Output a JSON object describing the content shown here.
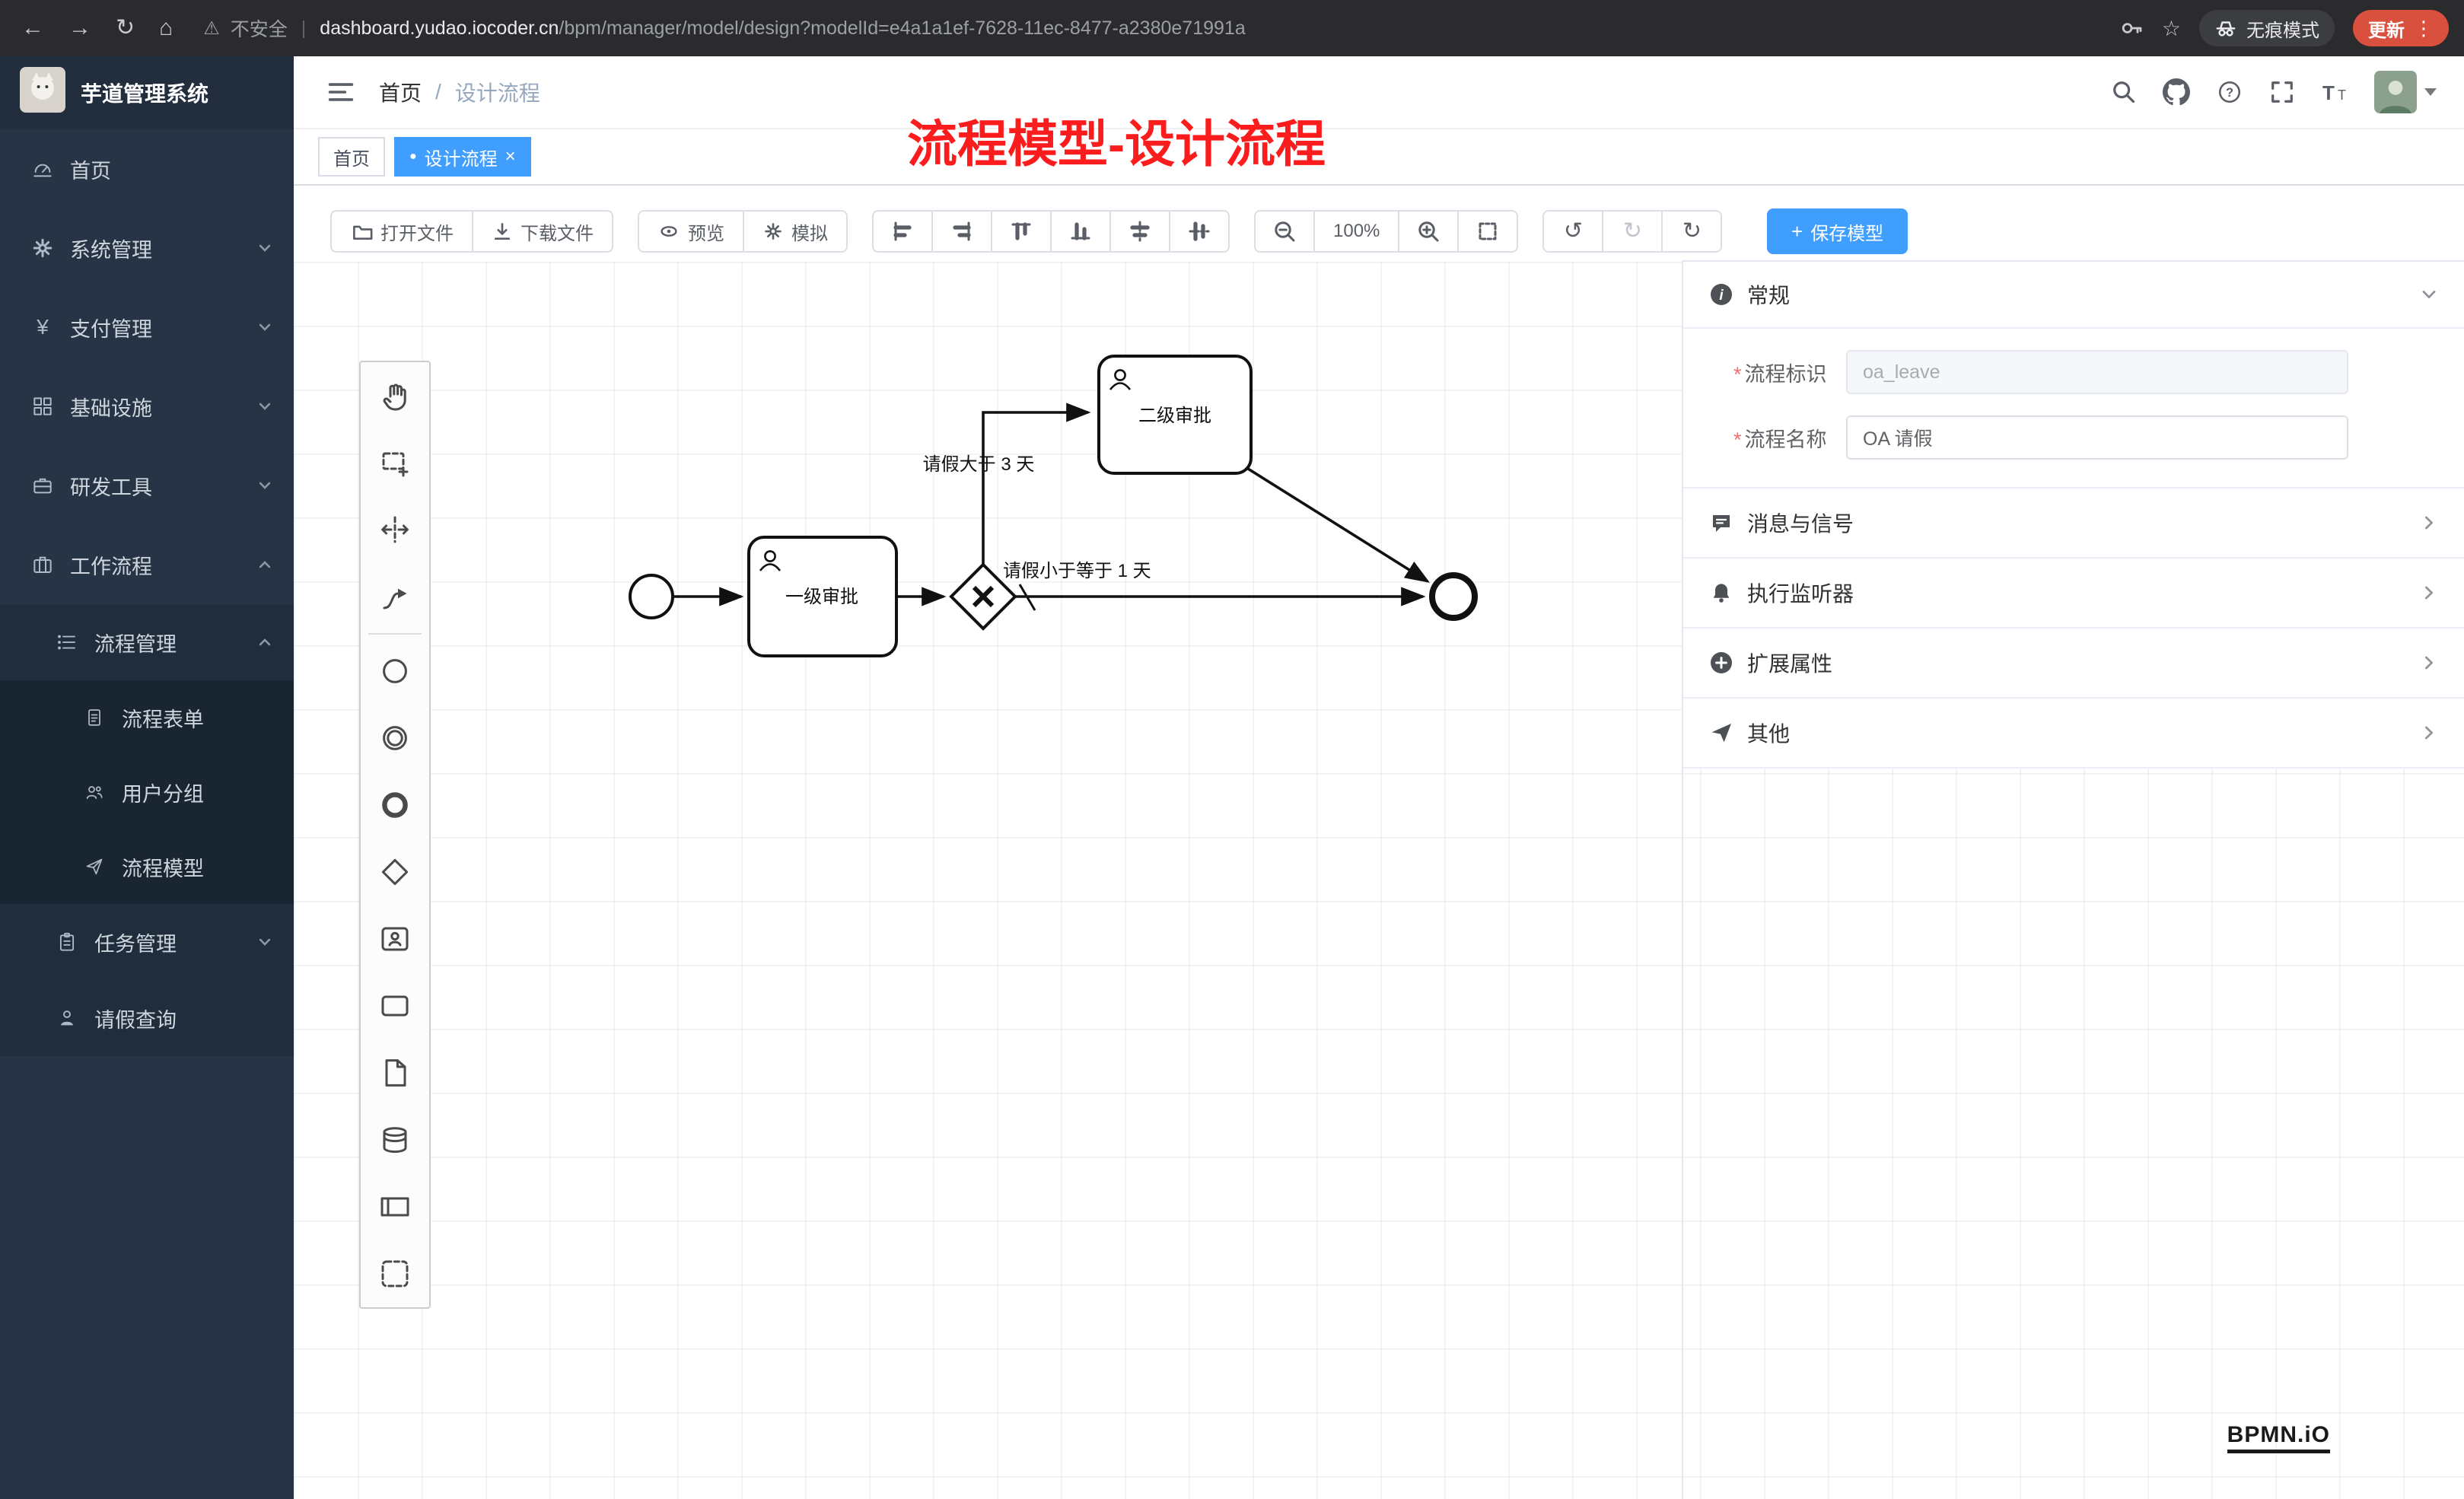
{
  "browser": {
    "security_label": "不安全",
    "separator": "|",
    "url_domain": "dashboard.yudao.iocoder.cn",
    "url_path": "/bpm/manager/model/design?modelId=e4a1a1ef-7628-11ec-8477-a2380e71991a",
    "incognito_label": "无痕模式",
    "update_label": "更新"
  },
  "sidebar": {
    "title": "芋道管理系统",
    "items": [
      {
        "label": "首页"
      },
      {
        "label": "系统管理"
      },
      {
        "label": "支付管理"
      },
      {
        "label": "基础设施"
      },
      {
        "label": "研发工具"
      },
      {
        "label": "工作流程"
      },
      {
        "label": "流程管理"
      },
      {
        "label": "流程表单"
      },
      {
        "label": "用户分组"
      },
      {
        "label": "流程模型"
      },
      {
        "label": "任务管理"
      },
      {
        "label": "请假查询"
      }
    ]
  },
  "header": {
    "breadcrumb_home": "首页",
    "breadcrumb_current": "设计流程"
  },
  "tabs": {
    "home": "首页",
    "current": "设计流程"
  },
  "annotation": "流程模型-设计流程",
  "toolbar": {
    "open_file": "打开文件",
    "download_file": "下载文件",
    "preview": "预览",
    "simulate": "模拟",
    "zoom_level": "100%",
    "save_model": "保存模型"
  },
  "diagram": {
    "task_level1": "一级审批",
    "task_level2": "二级审批",
    "flow_over_3_days": "请假大于 3 天",
    "flow_under_1_day": "请假小于等于 1 天"
  },
  "properties": {
    "general_title": "常规",
    "process_key_label": "流程标识",
    "process_key_value": "oa_leave",
    "process_name_label": "流程名称",
    "process_name_value": "OA 请假",
    "section_message": "消息与信号",
    "section_listener": "执行监听器",
    "section_ext": "扩展属性",
    "section_other": "其他"
  },
  "icons": {
    "close": "×",
    "plus": "+",
    "dot": "●",
    "required": "*",
    "breadcrumb_sep": "/",
    "more": "⋮",
    "back": "←",
    "forward": "→",
    "reload": "↻",
    "home": "⌂",
    "warning": "⚠",
    "star": "☆",
    "undo": "↺",
    "redo": "↻",
    "refresh": "↻"
  },
  "branding": {
    "logo": "BPMN.iO"
  }
}
